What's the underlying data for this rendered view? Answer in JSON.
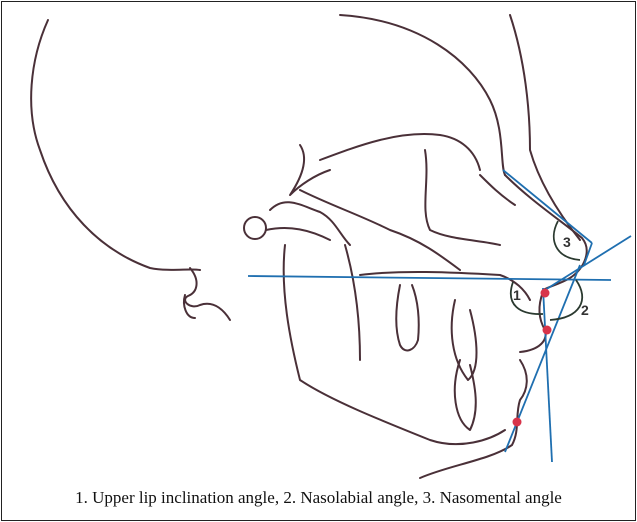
{
  "angle_labels": {
    "one": "1",
    "two": "2",
    "three": "3"
  },
  "caption": "1. Upper lip inclination angle, 2. Nasolabial angle, 3. Nasomental angle",
  "colors": {
    "tracing": "#4a3038",
    "reference_lines": "#1f6fb0",
    "landmarks": "#d8344a",
    "arrows": "#2b3a30"
  }
}
